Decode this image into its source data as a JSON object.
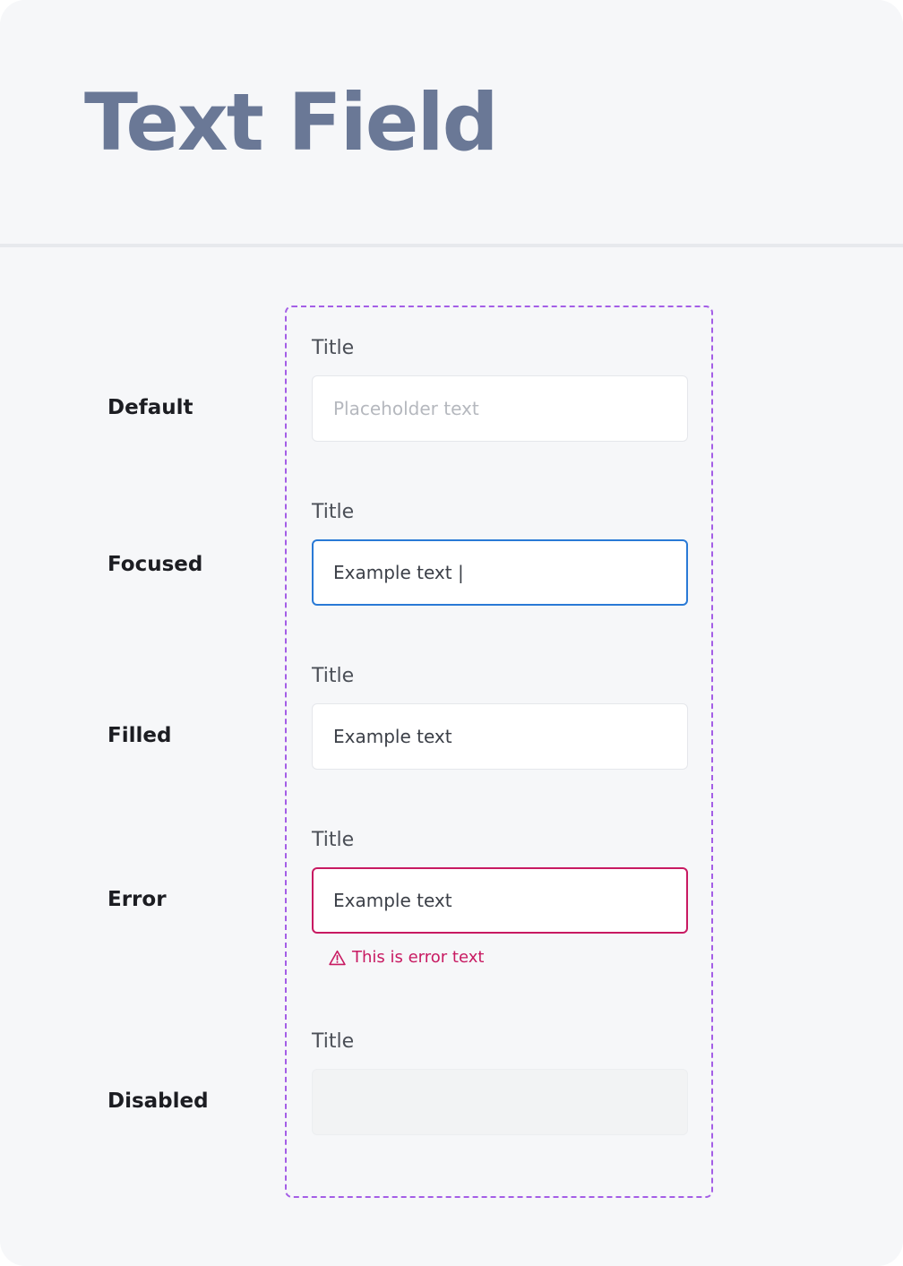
{
  "header": {
    "title": "Text Field"
  },
  "colors": {
    "title": "#6a7896",
    "frame_border": "#a45ee6",
    "focus_border": "#2a7ad6",
    "error": "#c81a62",
    "disabled_fill": "#f2f3f4"
  },
  "states": {
    "default": {
      "label": "Default",
      "field_title": "Title",
      "placeholder": "Placeholder text",
      "value": ""
    },
    "focused": {
      "label": "Focused",
      "field_title": "Title",
      "value": "Example text |"
    },
    "filled": {
      "label": "Filled",
      "field_title": "Title",
      "value": "Example text"
    },
    "error": {
      "label": "Error",
      "field_title": "Title",
      "value": "Example text",
      "message": "This is error text",
      "icon": "warning-triangle-icon"
    },
    "disabled": {
      "label": "Disabled",
      "field_title": "Title",
      "value": ""
    }
  }
}
